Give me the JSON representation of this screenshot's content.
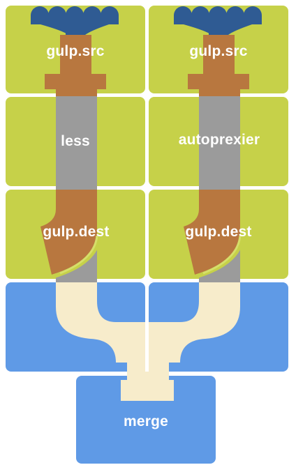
{
  "colors": {
    "tile_green": "#c6d149",
    "tile_blue": "#5f9ae6",
    "pipe_gray": "#9b9b9b",
    "pipe_copper": "#b8773f",
    "pipe_cream": "#f7eccb",
    "valve_blue": "#2f5b93",
    "accent_yellow": "#c6d149"
  },
  "left_column": {
    "source_label": "gulp.src",
    "transform_label": "less",
    "dest_label": "gulp.dest"
  },
  "right_column": {
    "source_label": "gulp.src",
    "transform_label": "autoprexier",
    "dest_label": "gulp.dest"
  },
  "merge": {
    "label": "merge"
  },
  "icons": {
    "valve": "valve-handle-icon",
    "elbow": "elbow-pipe-icon"
  }
}
